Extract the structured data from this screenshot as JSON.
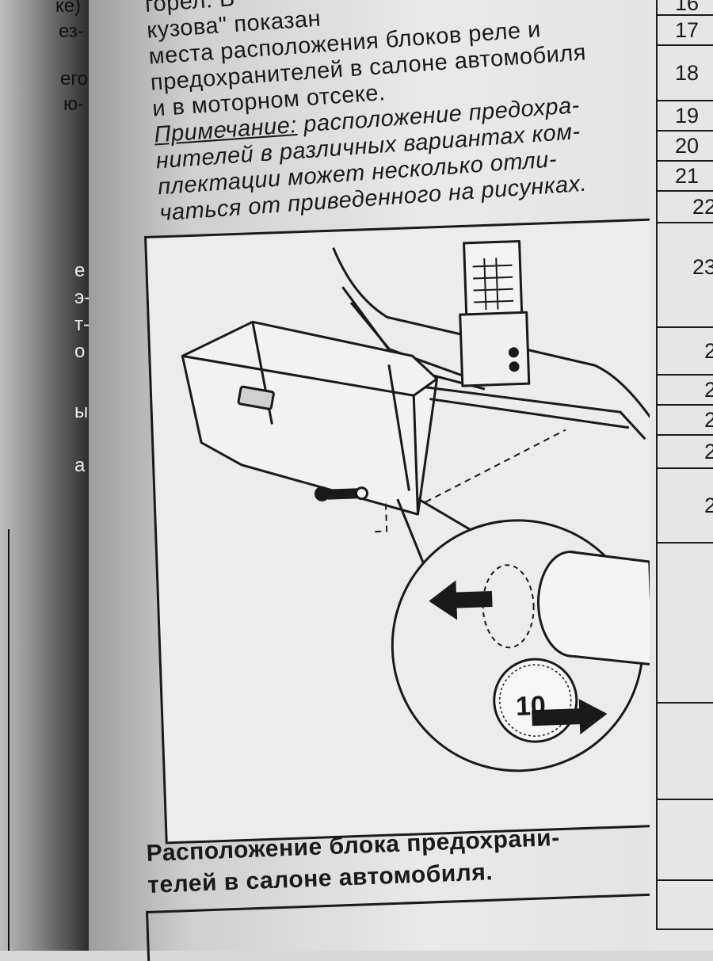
{
  "left_page": {
    "fragments": [
      "ке)",
      "ез-",
      "его",
      "ю-",
      "е",
      "э-",
      "т-",
      "о",
      "ы",
      "а"
    ]
  },
  "body_text": {
    "lines": [
      "горел. В",
      "кузова\" показан",
      "места расположения блоков реле и",
      "предохранителей в салоне автомобиля",
      "и в моторном отсеке."
    ],
    "line1_tail": "блоков реле и",
    "note_label": "Примечание:",
    "note_text": [
      "расположение предохра-",
      "нителей в различных вариантах ком-",
      "плектации может несколько отли-",
      "чаться от приведенного на рисунках."
    ]
  },
  "figure": {
    "coin_label": "10"
  },
  "caption": {
    "line1": "Расположение блока предохрани-",
    "line2": "телей в салоне автомобиля."
  },
  "right_table": {
    "numbers": [
      "16",
      "17",
      "18",
      "19",
      "20",
      "21",
      "22",
      "23",
      "2",
      "2",
      "2",
      "2",
      "2"
    ]
  },
  "colors": {
    "ink": "#1a1a1a",
    "paper": "#e9e9e9"
  }
}
